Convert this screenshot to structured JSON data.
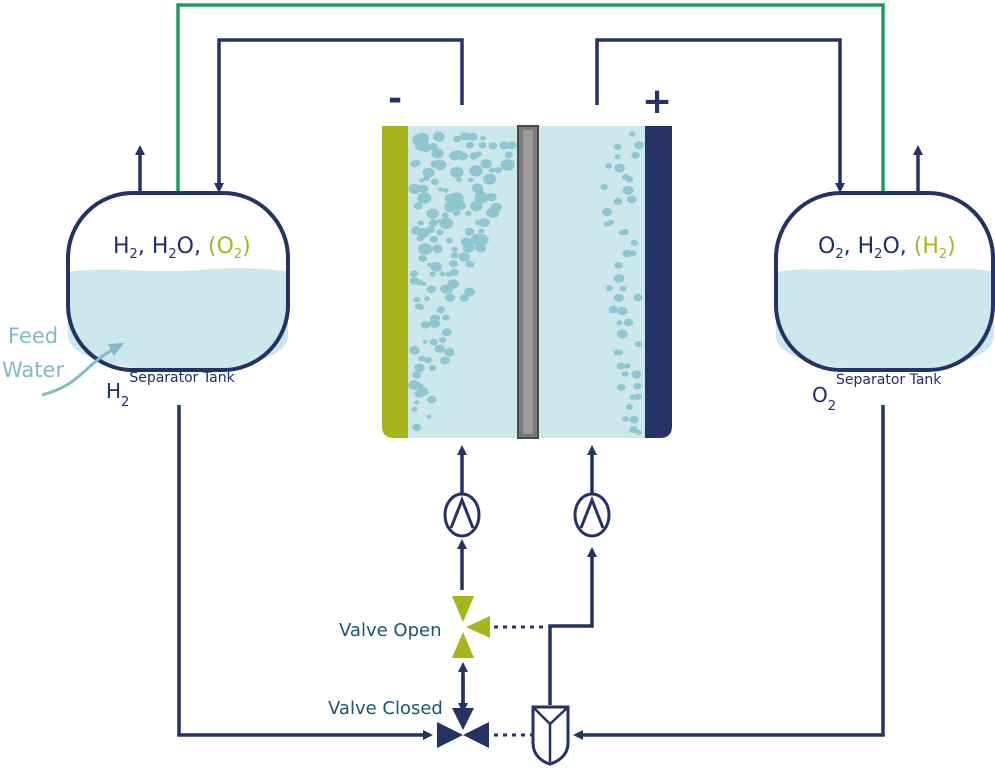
{
  "colors": {
    "navy": "#243266",
    "green_line": "#1f9a62",
    "olive": "#a8b41c",
    "water": "#cde8ec",
    "bubble": "#8fc7d0",
    "membrane": "#7a7a7a",
    "feed_text": "#7fbcc6",
    "teal_label": "#1d5472"
  },
  "cell": {
    "cathode_sign": "-",
    "anode_sign": "+"
  },
  "left_tank": {
    "contents": {
      "h": "H",
      "s1": "2",
      "c1": ", ",
      "h2o_h": "H",
      "s2": "2",
      "h2o_o": "O, ",
      "paren_open": "(",
      "o": "O",
      "s3": "2",
      "paren_close": ")"
    },
    "name_main": "H",
    "name_sub": "2",
    "name_text": "Separator Tank"
  },
  "right_tank": {
    "contents": {
      "o": "O",
      "s1": "2",
      "c1": ", ",
      "h2o_h": "H",
      "s2": "2",
      "h2o_o": "O, ",
      "paren_open": "(",
      "h": "H",
      "s3": "2",
      "paren_close": ")"
    },
    "name_main": "O",
    "name_sub": "2",
    "name_text": "Separator Tank"
  },
  "feed_water": {
    "line1": "Feed",
    "line2": "Water"
  },
  "valves": {
    "open_label": "Valve Open",
    "closed_label": "Valve Closed"
  }
}
